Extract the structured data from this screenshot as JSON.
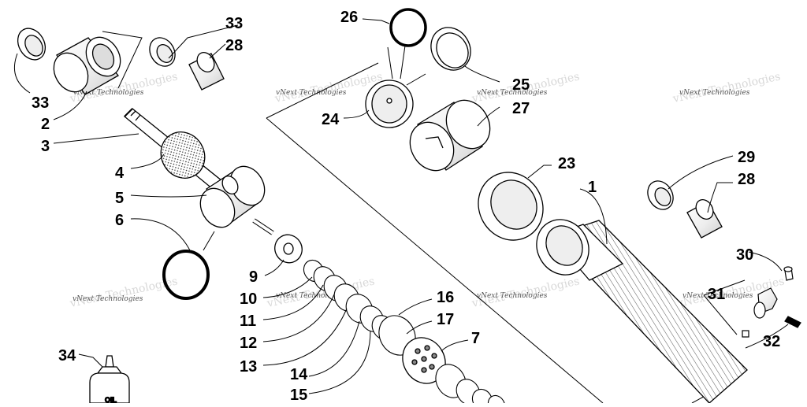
{
  "diagram": {
    "watermark": "vNext Technologies",
    "bottle_text": "OIL",
    "callouts": [
      {
        "id": "c1",
        "label": "1"
      },
      {
        "id": "c2",
        "label": "2"
      },
      {
        "id": "c3",
        "label": "3"
      },
      {
        "id": "c4",
        "label": "4"
      },
      {
        "id": "c5",
        "label": "5"
      },
      {
        "id": "c6",
        "label": "6"
      },
      {
        "id": "c7",
        "label": "7"
      },
      {
        "id": "c9",
        "label": "9"
      },
      {
        "id": "c10",
        "label": "10"
      },
      {
        "id": "c11",
        "label": "11"
      },
      {
        "id": "c12",
        "label": "12"
      },
      {
        "id": "c13",
        "label": "13"
      },
      {
        "id": "c14",
        "label": "14"
      },
      {
        "id": "c15",
        "label": "15"
      },
      {
        "id": "c16",
        "label": "16"
      },
      {
        "id": "c17",
        "label": "17"
      },
      {
        "id": "c23",
        "label": "23"
      },
      {
        "id": "c24",
        "label": "24"
      },
      {
        "id": "c25",
        "label": "25"
      },
      {
        "id": "c26",
        "label": "26"
      },
      {
        "id": "c27",
        "label": "27"
      },
      {
        "id": "c28a",
        "label": "28"
      },
      {
        "id": "c28b",
        "label": "28"
      },
      {
        "id": "c29",
        "label": "29"
      },
      {
        "id": "c30",
        "label": "30"
      },
      {
        "id": "c31",
        "label": "31"
      },
      {
        "id": "c32",
        "label": "32"
      },
      {
        "id": "c33a",
        "label": "33"
      },
      {
        "id": "c33b",
        "label": "33"
      },
      {
        "id": "c34",
        "label": "34"
      }
    ]
  }
}
